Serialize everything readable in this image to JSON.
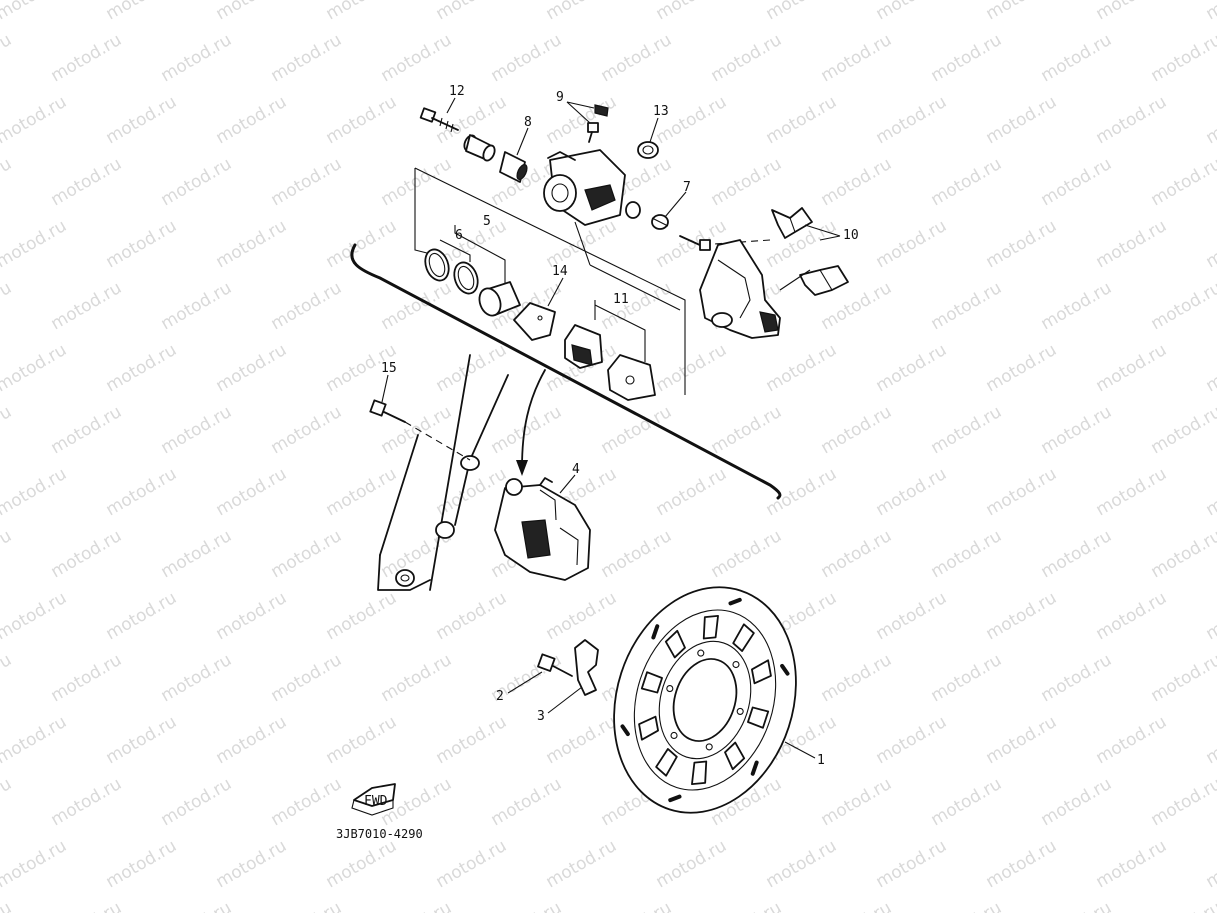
{
  "watermark": {
    "text": "motod.ru"
  },
  "callouts": [
    {
      "id": "12",
      "label": "12"
    },
    {
      "id": "9",
      "label": "9"
    },
    {
      "id": "13",
      "label": "13"
    },
    {
      "id": "8",
      "label": "8"
    },
    {
      "id": "7",
      "label": "7"
    },
    {
      "id": "5",
      "label": "5"
    },
    {
      "id": "6",
      "label": "6"
    },
    {
      "id": "10",
      "label": "10"
    },
    {
      "id": "14",
      "label": "14"
    },
    {
      "id": "11",
      "label": "11"
    },
    {
      "id": "15",
      "label": "15"
    },
    {
      "id": "4",
      "label": "4"
    },
    {
      "id": "2",
      "label": "2"
    },
    {
      "id": "3",
      "label": "3"
    },
    {
      "id": "1",
      "label": "1"
    }
  ],
  "fwd_badge": {
    "text": "FWD"
  },
  "diagram_code": "3JB7010-4290"
}
